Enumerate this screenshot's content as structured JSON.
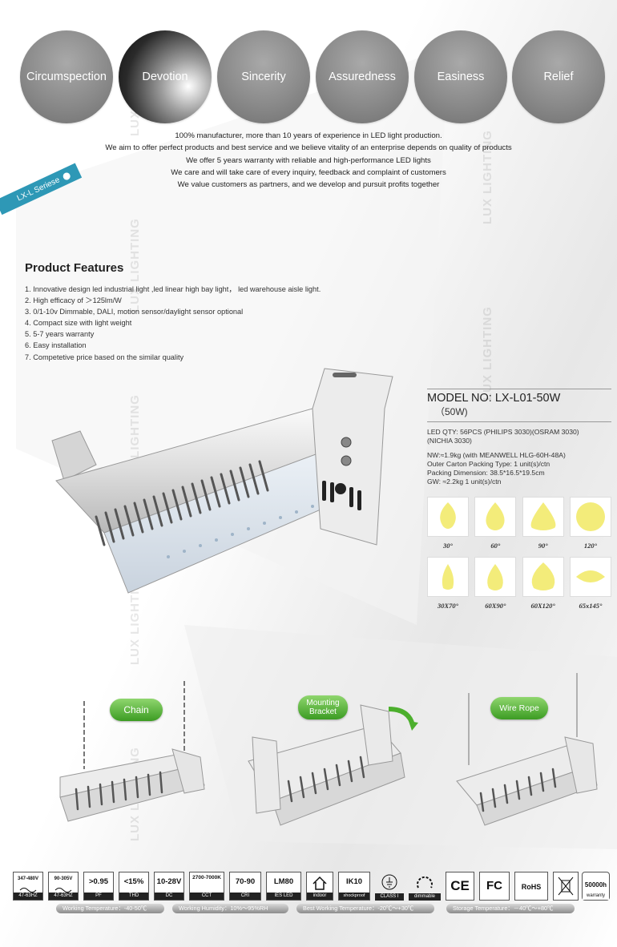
{
  "values": [
    {
      "label": "Circumspection"
    },
    {
      "label": "Devotion"
    },
    {
      "label": "Sincerity"
    },
    {
      "label": "Assuredness"
    },
    {
      "label": "Easiness"
    },
    {
      "label": "Relief"
    }
  ],
  "intro": [
    "100% manufacturer, more than 10 years of experience in LED light production.",
    "We aim to offer perfect products and best service and we believe vitality of an enterprise depends on quality of products",
    "We offer 5 years warranty with reliable and high-performance LED lights",
    "We care and will take care of every inquiry, feedback and complaint of customers",
    "We value customers as partners, and we develop and pursuit profits together"
  ],
  "series_tag": "LX-L Seriese",
  "watermark": "LUX LIGHTING",
  "features": {
    "title": "Product Features",
    "items": [
      "1. Innovative design led industrial light ,led linear high bay light， led warehouse aisle light.",
      "2. High efficacy of ＞125lm/W",
      "3. 0/1-10v Dimmable, DALI, motion sensor/daylight sensor optional",
      "4. Compact size with light weight",
      "5. 5-7 years warranty",
      "6. Easy installation",
      "7. Competetive price based on the similar quality"
    ]
  },
  "spec": {
    "model": "MODEL NO: LX-L01-50W",
    "model_sub": "（50W)",
    "led_qty": "LED QTY: 56PCS (PHILIPS 3030)(OSRAM 3030)",
    "led_qty2": "(NICHIA 3030)",
    "nw": "NW:≈1.9kg  (with MEANWELL HLG-60H-48A)",
    "carton": "Outer Carton Packing Type: 1 unit(s)/ctn",
    "dimension": "Packing Dimension: 38.5*16.5*19.5cm",
    "gw": "GW: ≈2.2kg   1 unit(s)/ctn"
  },
  "beams": [
    {
      "label": "30°"
    },
    {
      "label": "60°"
    },
    {
      "label": "90°"
    },
    {
      "label": "120°"
    },
    {
      "label": "30X70°"
    },
    {
      "label": "60X90°"
    },
    {
      "label": "60X120°"
    },
    {
      "label": "65x145°"
    }
  ],
  "install": {
    "chain": "Chain",
    "bracket_1": "Mounting",
    "bracket_2": "Bracket",
    "wire": "Wire Rope"
  },
  "icons": [
    {
      "top": "347-480V",
      "bottom": "47-63HZ"
    },
    {
      "top": "90-305V",
      "bottom": "47-63HZ"
    },
    {
      "top": ">0.95",
      "bottom": "PF"
    },
    {
      "top": "<15%",
      "bottom": "THD"
    },
    {
      "top": "10-28V",
      "bottom": "DC"
    },
    {
      "top": "2700-7000K",
      "bottom": "CCT"
    },
    {
      "top": "70-90",
      "bottom": "CRI"
    },
    {
      "top": "LM80",
      "bottom": "IES LED"
    },
    {
      "top": "",
      "bottom": "indoor"
    },
    {
      "top": "IK10",
      "bottom": "shockproof"
    },
    {
      "top": "",
      "bottom": "CLASS I"
    },
    {
      "top": "",
      "bottom": "dimmable"
    },
    {
      "top": "CE",
      "bottom": ""
    },
    {
      "top": "FC",
      "bottom": ""
    },
    {
      "top": "RoHS",
      "bottom": ""
    },
    {
      "top": "",
      "bottom": ""
    },
    {
      "top": "50000h",
      "bottom": "warranty"
    }
  ],
  "env": [
    "Working Temperature：-40-50℃",
    "Working Humidity：10%～95%RH",
    "Best Working Temperature：-20℃～+30℃",
    "Storage Temperature：－40℃～+80℃"
  ],
  "colors": {
    "tag": "#2e98b6",
    "circle": "#8a8a8a",
    "green": "#4caf2d",
    "beam": "#f3ec7a"
  }
}
